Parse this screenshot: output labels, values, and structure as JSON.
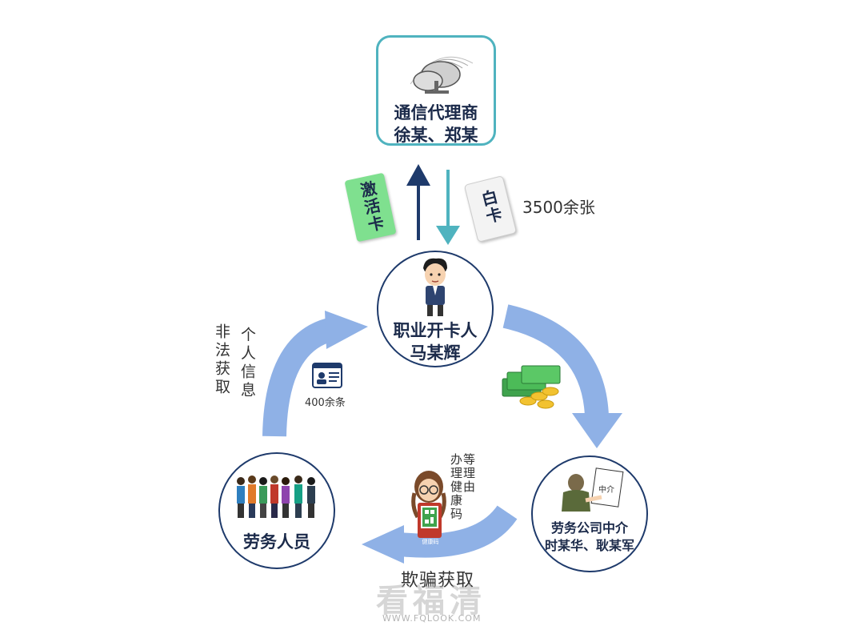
{
  "agent": {
    "line1": "通信代理商",
    "line2": "徐某、郑某"
  },
  "labels": {
    "activate_card": "激活卡",
    "white_card": "白卡",
    "white_card_count": "3500余张",
    "personal_info_col1": "非法获取",
    "personal_info_col2": "个人信息",
    "info_count": "400余条",
    "fraud": "欺骗获取",
    "pretext_col1": "办理健康码",
    "pretext_col2": "等理由",
    "qr_caption": "健康码"
  },
  "card_opener": {
    "line1": "职业开卡人",
    "line2": "马某辉"
  },
  "labor_company": {
    "line1": "劳务公司中介",
    "line2": "时某华、耿某军"
  },
  "intermediary_tag": "中介",
  "labor_staff": {
    "label": "劳务人员"
  },
  "watermark": {
    "text": "看福清",
    "url": "WWW.FQLOOK.COM"
  },
  "colors": {
    "navy": "#1e3a6b",
    "teal": "#4fb3bf",
    "cycle_arrow": "#8fb1e6",
    "green_card": "#7fe08f",
    "money": "#3fa34d",
    "coin": "#f2c230"
  }
}
